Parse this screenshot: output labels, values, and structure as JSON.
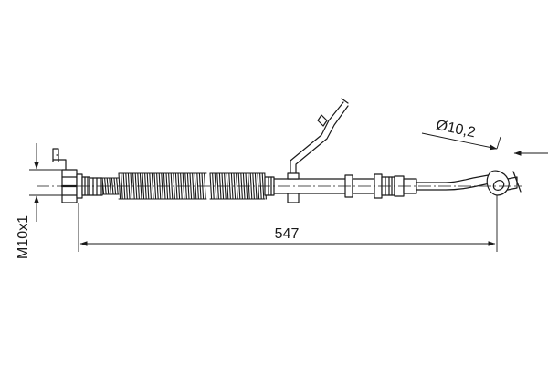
{
  "dimensions": {
    "length": "547",
    "diameter": "Ø10,2",
    "thread": "M10x1"
  },
  "colors": {
    "line": "#1a1a1a",
    "background": "#ffffff"
  }
}
